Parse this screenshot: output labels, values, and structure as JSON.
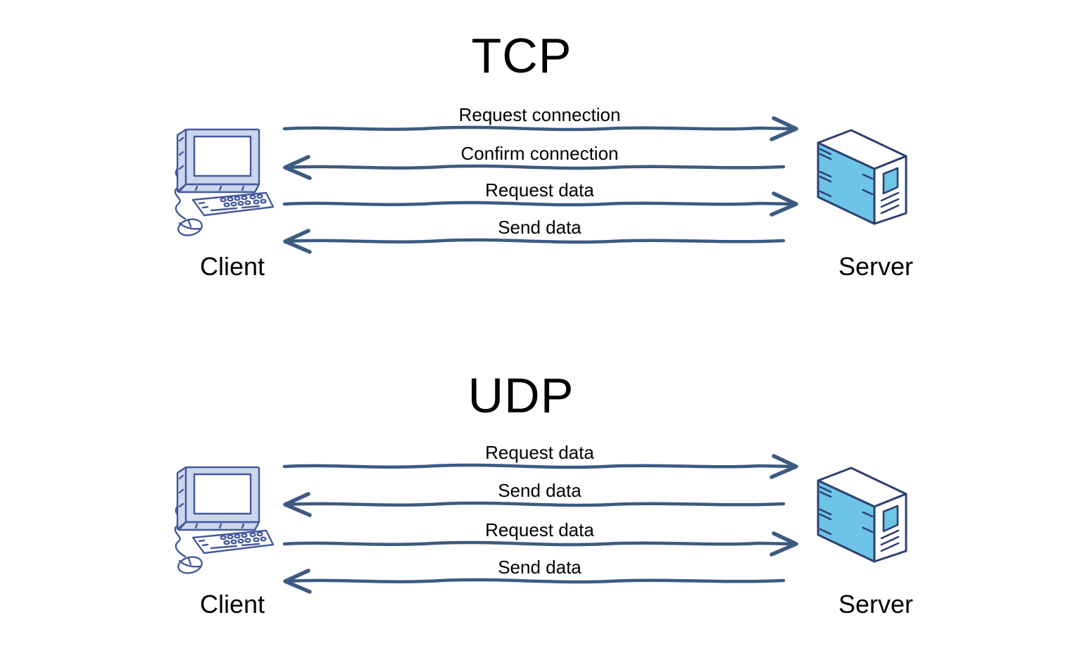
{
  "colors": {
    "background": "#ffffff",
    "text": "#000000",
    "arrow": "#3d5a80",
    "computer_outline": "#44599c",
    "computer_fill": "#ccd6ec",
    "server_outline": "#2d4070",
    "server_fill": "#6ec4e6"
  },
  "sections": [
    {
      "id": "tcp",
      "title": "TCP",
      "client_label": "Client",
      "server_label": "Server",
      "messages": [
        {
          "label": "Request connection",
          "direction": "right"
        },
        {
          "label": "Confirm connection",
          "direction": "left"
        },
        {
          "label": "Request data",
          "direction": "right"
        },
        {
          "label": "Send data",
          "direction": "left"
        }
      ]
    },
    {
      "id": "udp",
      "title": "UDP",
      "client_label": "Client",
      "server_label": "Server",
      "messages": [
        {
          "label": "Request data",
          "direction": "right"
        },
        {
          "label": "Send data",
          "direction": "left"
        },
        {
          "label": "Request data",
          "direction": "right"
        },
        {
          "label": "Send data",
          "direction": "left"
        }
      ]
    }
  ]
}
